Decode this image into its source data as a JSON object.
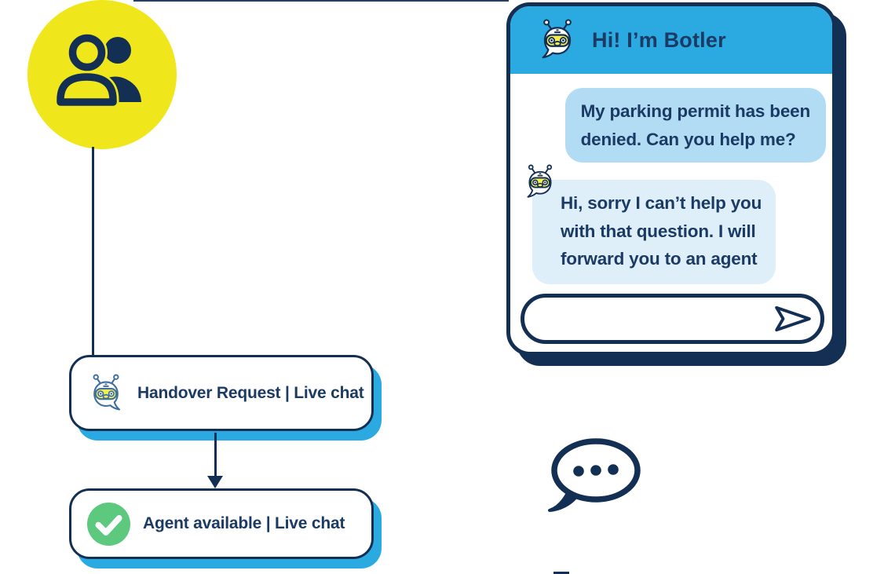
{
  "palette": {
    "navy": "#142F54",
    "text_navy": "#1B3A64",
    "blue": "#2BA9E1",
    "bubble_user": "#B2DCF4",
    "bubble_bot": "#DEEFFA",
    "yellow": "#EFE71C",
    "face_yellow": "#F4EE4E",
    "green": "#5CC97E"
  },
  "chat": {
    "title": "Hi! I’m Botler",
    "messages": [
      {
        "role": "user",
        "text": "My parking permit has been\ndenied. Can you help me?"
      },
      {
        "role": "bot",
        "text": "Hi, sorry I can’t help you\nwith that question. I will\nforward you to an agent"
      }
    ],
    "input": {
      "value": "",
      "placeholder": ""
    },
    "icons": {
      "header_avatar": "bot-avatar-icon",
      "send": "paper-plane-icon"
    }
  },
  "flow": {
    "start_icon": "people-icon",
    "nodes": [
      {
        "icon": "bot-avatar-icon",
        "label": "Handover Request | Live chat"
      },
      {
        "icon": "check-circle-icon",
        "label": "Agent available | Live chat"
      }
    ]
  },
  "doodle": {
    "icon": "typing-speech-bubble-icon"
  }
}
